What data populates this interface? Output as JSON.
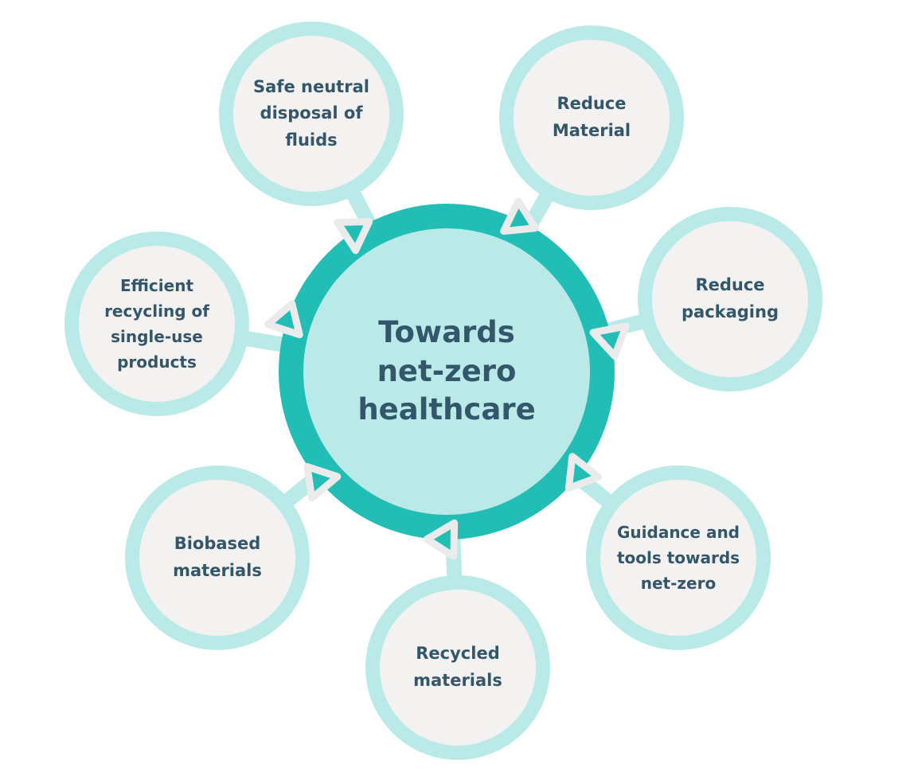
{
  "diagram": {
    "center": {
      "lines": [
        "Towards",
        "net-zero",
        "healthcare"
      ]
    },
    "nodes": [
      {
        "id": "safe-neutral-disposal",
        "lines": [
          "Safe neutral",
          "disposal of",
          "fluids"
        ]
      },
      {
        "id": "reduce-material",
        "lines": [
          "Reduce",
          "Material"
        ]
      },
      {
        "id": "reduce-packaging",
        "lines": [
          "Reduce",
          "packaging"
        ]
      },
      {
        "id": "guidance-tools",
        "lines": [
          "Guidance and",
          "tools towards",
          "net-zero"
        ]
      },
      {
        "id": "recycled-materials",
        "lines": [
          "Recycled",
          "materials"
        ]
      },
      {
        "id": "biobased-materials",
        "lines": [
          "Biobased",
          "materials"
        ]
      },
      {
        "id": "efficient-recycling",
        "lines": [
          "Efficient",
          "recycling of",
          "single-use",
          "products"
        ]
      }
    ],
    "colors": {
      "ring": "#22beb6",
      "center_fill": "#b9eae8",
      "node_outer": "#b9eae8",
      "node_inner": "#f4f2f1",
      "text": "#33566a",
      "arrow_fill": "#22beb6",
      "arrow_outline": "#ebebeb"
    }
  }
}
